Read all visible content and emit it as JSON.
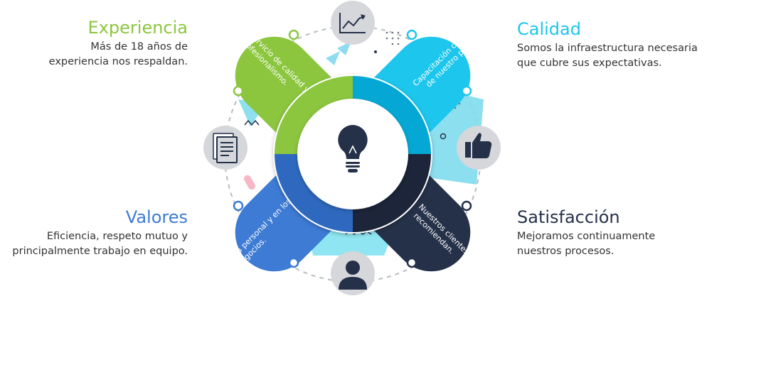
{
  "colors": {
    "experiencia": "#8cc63f",
    "calidad": "#1cc6ec",
    "valores": "#3d7bd4",
    "satisfaccion": "#253149",
    "text": "#333333"
  },
  "experiencia": {
    "title": "Experiencia",
    "desc_line1": "Más de 18 años de",
    "desc_line2": "experiencia nos respaldan.",
    "petal_line1": "Servicio de calidad y",
    "petal_line2": "profesionalismo."
  },
  "calidad": {
    "title": "Calidad",
    "desc_line1": "Somos la infraestructura necesaria",
    "desc_line2": "que cubre sus expectativas.",
    "petal_line1": "Capacitación continua",
    "petal_line2": "de nuestro personal."
  },
  "valores": {
    "title": "Valores",
    "desc_line1": "Eficiencia, respeto mutuo y",
    "desc_line2": "principalmente trabajo en equipo.",
    "petal_line1": "Ética personal y en los",
    "petal_line2": "negocios."
  },
  "satisfaccion": {
    "title": "Satisfacción",
    "desc_line1": "Mejoramos continuamente",
    "desc_line2": "nuestros procesos.",
    "petal_line1": "Nuestros clientes nos",
    "petal_line2": "recomiendan."
  },
  "icons": {
    "top": "chart-icon",
    "left": "document-icon",
    "right": "thumbs-up-icon",
    "bottom": "user-icon",
    "center": "lightbulb-icon"
  }
}
